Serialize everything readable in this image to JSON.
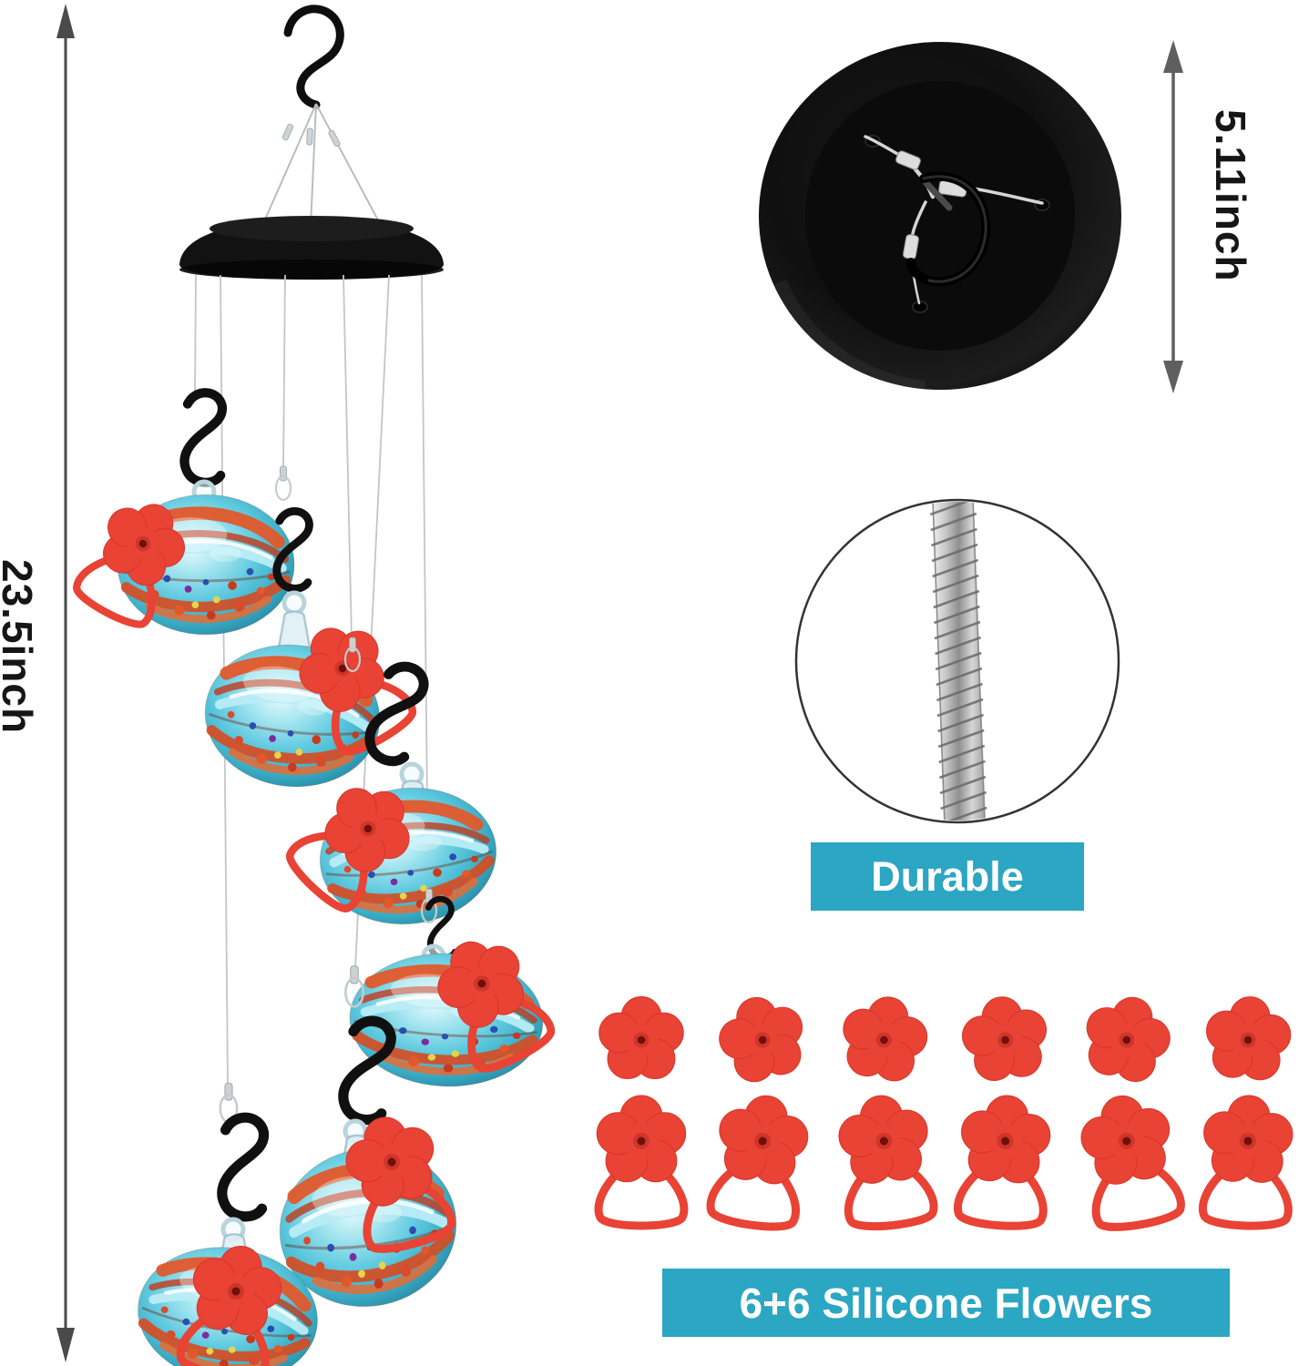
{
  "labels": {
    "chime_height": "23.5inch",
    "disc_height": "5.11inch",
    "durable": "Durable",
    "flowers": "6+6 Silicone Flowers"
  },
  "flowers_grid": {
    "plain_count": 6,
    "perch_count": 6
  },
  "colors": {
    "accent_teal": "#2BA6C3",
    "flower_red": "#E84334",
    "dimension_arrow": "#4A4A4A",
    "globe_aqua": "#63CBE0",
    "globe_orange": "#E2582B",
    "disc_black": "#111111",
    "wire_silver": "#C2C6C8"
  }
}
